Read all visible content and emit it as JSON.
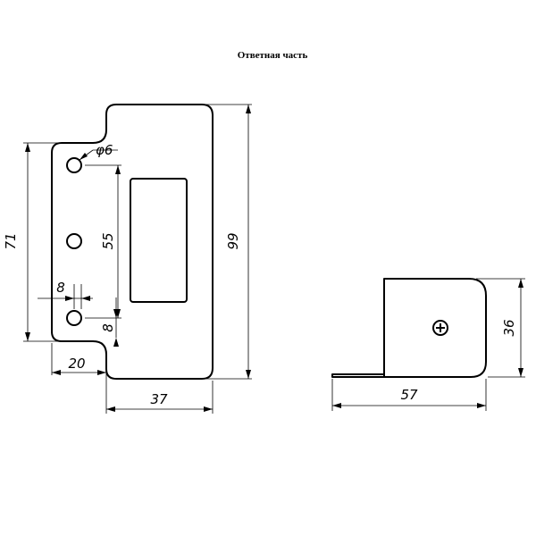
{
  "title": "Ответная часть",
  "dimensions": {
    "hole_diameter": "φ6",
    "height_between_holes": "71",
    "hole_span": "55",
    "total_height": "99",
    "hole_offset": "8",
    "hole_edge_offset": "8",
    "tab_depth": "20",
    "plate_width": "37",
    "side_width": "57",
    "side_height": "36"
  },
  "icons": [
    "screw-icon"
  ]
}
